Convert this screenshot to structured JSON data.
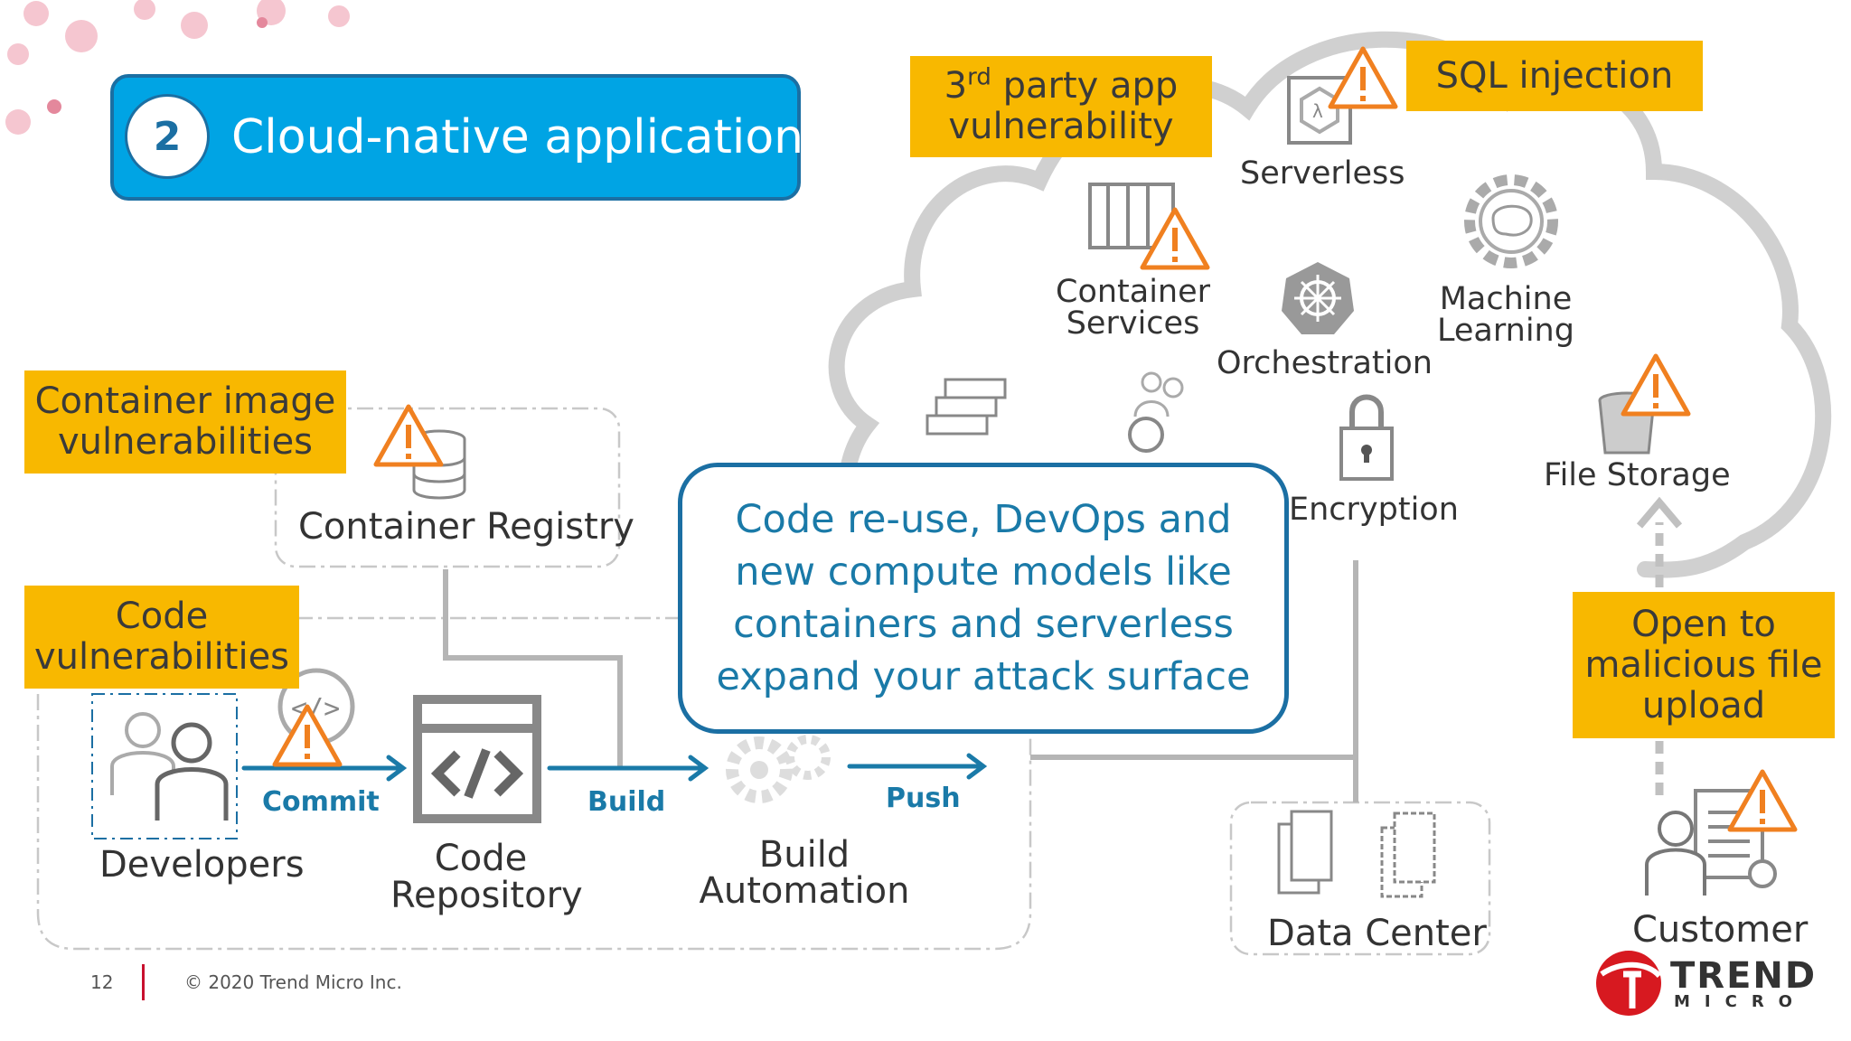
{
  "title": {
    "number": "2",
    "text": "Cloud-native applications"
  },
  "callout": "Code re-use, DevOps and new compute models like containers and serverless expand your attack surface",
  "threats": {
    "third_party_main": "3",
    "third_party_sup": "rd",
    "third_party_rest": " party app",
    "third_party_line2": "vulnerability",
    "sql_injection": "SQL injection",
    "container_image_line1": "Container image",
    "container_image_line2": "vulnerabilities",
    "code_line1": "Code",
    "code_line2": "vulnerabilities",
    "upload_line1": "Open to",
    "upload_line2": "malicious file",
    "upload_line3": "upload"
  },
  "cloud_services": {
    "serverless": "Serverless",
    "container_services_1": "Container",
    "container_services_2": "Services",
    "orchestration": "Orchestration",
    "machine_learning_1": "Machine",
    "machine_learning_2": "Learning",
    "encryption": "Encryption",
    "file_storage": "File Storage"
  },
  "pipeline": {
    "container_registry": "Container Registry",
    "developers": "Developers",
    "code_repository_1": "Code",
    "code_repository_2": "Repository",
    "build_automation_1": "Build",
    "build_automation_2": "Automation",
    "commit": "Commit",
    "build": "Build",
    "push": "Push"
  },
  "data_center": "Data Center",
  "customer": "Customer",
  "footer": {
    "page": "12",
    "copyright": "© 2020 Trend Micro Inc."
  },
  "logo": {
    "brand": "TREND",
    "sub": "MICRO"
  },
  "colors": {
    "warning_orange": "#f08020",
    "label_yellow": "#f8b800",
    "title_blue": "#00a4e4",
    "accent_dark_blue": "#1b6fa3",
    "flow_blue": "#1a7aa8",
    "icon_gray": "#888888",
    "logo_red": "#d71920"
  }
}
